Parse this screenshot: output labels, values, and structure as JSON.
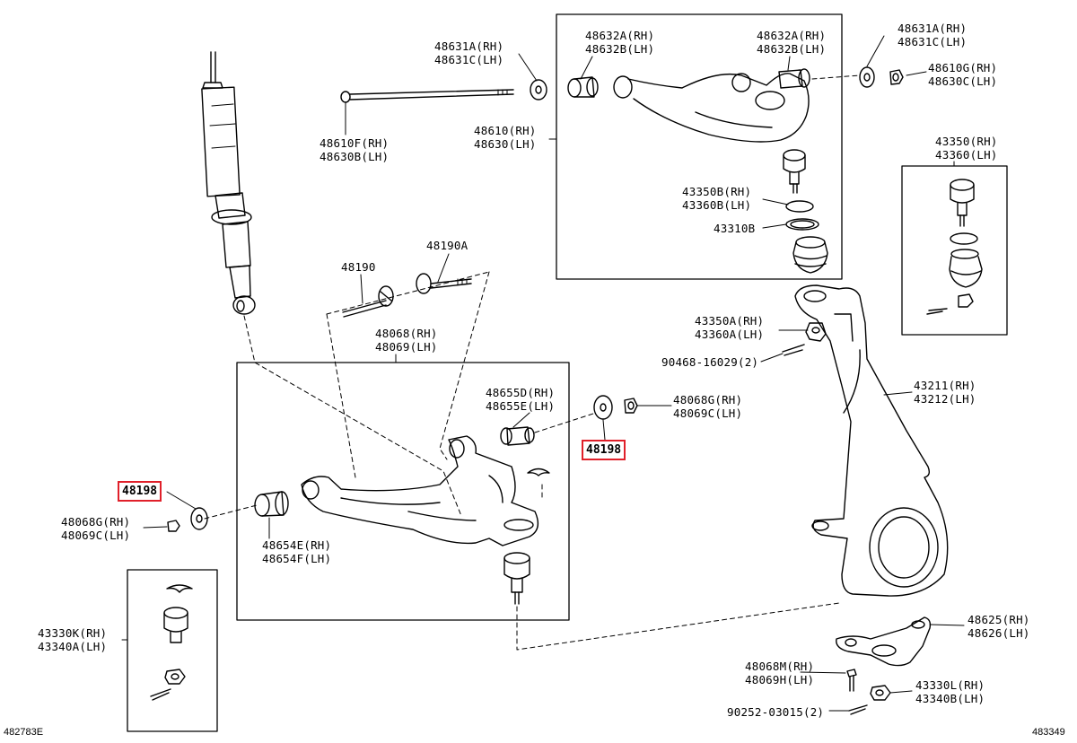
{
  "diagram": {
    "highlight_color": "#e0202a",
    "labels": {
      "shock_washer": [
        "48631A(RH)",
        "48631C(LH)"
      ],
      "upper_arm_bolt": [
        "48610F(RH)",
        "48630B(LH)"
      ],
      "upper_bushing_rh": [
        "48632A(RH)",
        "48632B(LH)"
      ],
      "upper_bushing_lh": [
        "48632A(RH)",
        "48632B(LH)"
      ],
      "upper_washer_right": [
        "48631A(RH)",
        "48631C(LH)"
      ],
      "upper_nut": [
        "48610G(RH)",
        "48630C(LH)"
      ],
      "upper_arm": [
        "48610(RH)",
        "48630(LH)"
      ],
      "upper_ball_joint": [
        "43350B(RH)",
        "43360B(LH)"
      ],
      "upper_boot": "43310B",
      "ball_joint_kit": [
        "43350(RH)",
        "43360(LH)"
      ],
      "cam_bolt": "48190",
      "cam_bolt_a": "48190A",
      "lower_arm": [
        "48068(RH)",
        "48069(LH)"
      ],
      "rear_bushing": [
        "48655D(RH)",
        "48655E(LH)"
      ],
      "knuckle_nut": [
        "43350A(RH)",
        "43360A(LH)"
      ],
      "cotter_pin_1": "90468-16029(2)",
      "rear_nut": [
        "48068G(RH)",
        "48069C(LH)"
      ],
      "knuckle": [
        "43211(RH)",
        "43212(LH)"
      ],
      "front_nut": [
        "48068G(RH)",
        "48069C(LH)"
      ],
      "front_bushing": [
        "48654E(RH)",
        "48654F(LH)"
      ],
      "lower_ball_joint": [
        "43330K(RH)",
        "43340A(LH)"
      ],
      "bracket": [
        "48625(RH)",
        "48626(LH)"
      ],
      "bracket_bolt": [
        "48068M(RH)",
        "48069H(LH)"
      ],
      "lower_nut": [
        "43330L(RH)",
        "43340B(LH)"
      ],
      "cotter_pin_2": "90252-03015(2)"
    },
    "highlighted_parts": [
      "48198",
      "48198"
    ],
    "image_codes": [
      "482783E",
      "483349"
    ]
  }
}
